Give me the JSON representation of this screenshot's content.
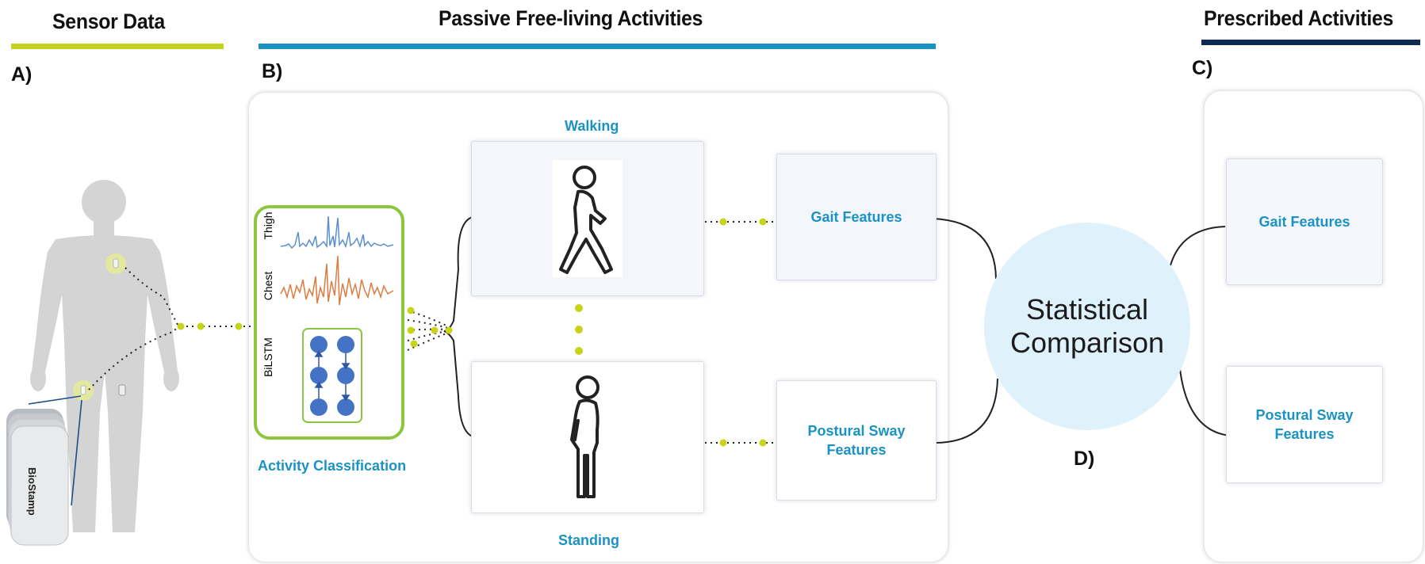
{
  "headers": {
    "sensor": "Sensor Data",
    "passive": "Passive Free-living Activities",
    "prescribed": "Prescribed Activities"
  },
  "panel_labels": {
    "a": "A)",
    "b": "B)",
    "c": "C)",
    "d": "D)"
  },
  "classifier": {
    "signals": [
      "Thigh",
      "Chest"
    ],
    "model": "BiLSTM",
    "caption": "Activity Classification"
  },
  "activities": {
    "walking": "Walking",
    "standing": "Standing"
  },
  "features": {
    "gait": "Gait Features",
    "sway_line1": "Postural Sway",
    "sway_line2": "Features"
  },
  "comparison": {
    "line1": "Statistical",
    "line2": "Comparison"
  },
  "device_label": "BioStamp",
  "colors": {
    "sensor_bar": "#c5d21f",
    "passive_bar": "#1a92c4",
    "prescribed_bar": "#0e2a52",
    "label_blue": "#1a92c4",
    "classifier_border": "#8cc63f",
    "thigh_signal": "#5b8fcf",
    "chest_signal": "#e07a3e",
    "lstm_node": "#4472c4",
    "connector_dot": "#c8d418",
    "comparison_fill": "#dff1fb"
  }
}
